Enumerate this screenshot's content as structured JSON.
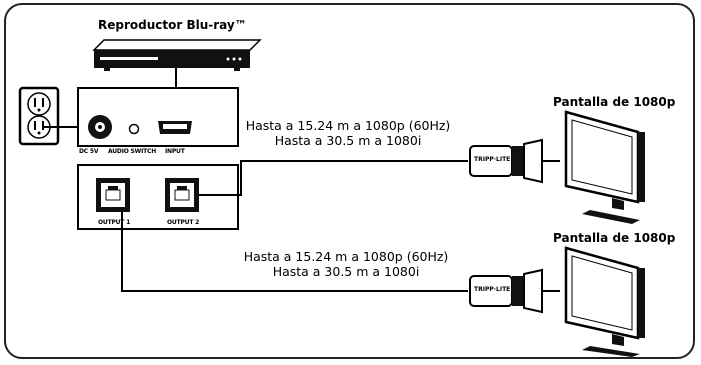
{
  "source": {
    "title": "Reproductor Blu-ray™"
  },
  "extender": {
    "labels": {
      "dc": "DC 5V",
      "audio": "AUDIO SWITCH",
      "input": "INPUT",
      "output1": "OUTPUT 1",
      "output2": "OUTPUT 2"
    }
  },
  "displays": [
    {
      "title": "Pantalla de 1080p"
    },
    {
      "title": "Pantalla de 1080p"
    }
  ],
  "links": [
    {
      "line1": "Hasta a 15.24 m a 1080p (60Hz)",
      "line2": "Hasta a 30.5 m a 1080i"
    },
    {
      "line1": "Hasta a 15.24 m a 1080p (60Hz)",
      "line2": "Hasta a 30.5 m a 1080i"
    }
  ],
  "brand": "TRIPP·LITE",
  "colors": {
    "ink": "#000000",
    "device": "#111111",
    "screen": "#ffffff"
  }
}
